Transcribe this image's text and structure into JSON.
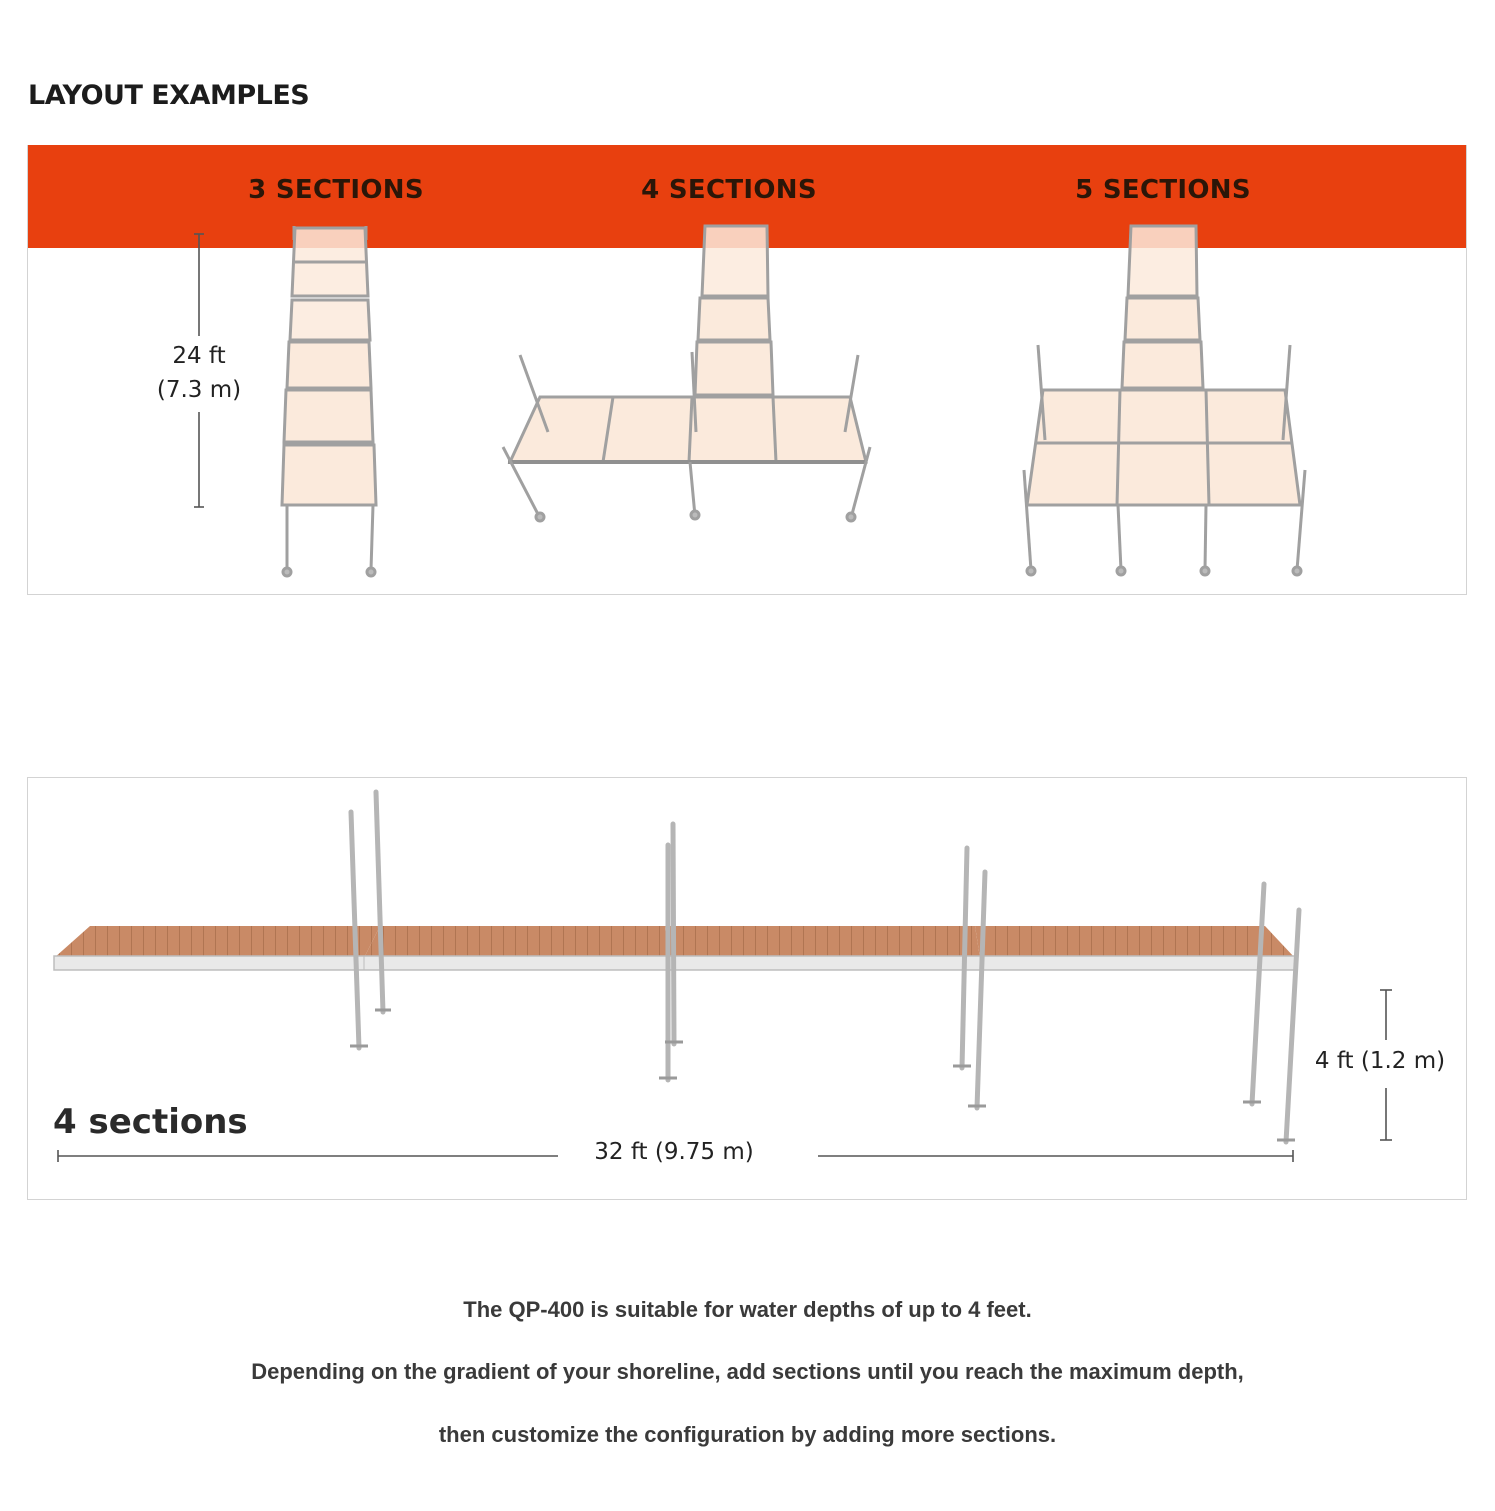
{
  "page_title": "LAYOUT EXAMPLES",
  "colors": {
    "banner": "#e8400f",
    "deck_light": "#fbeadc",
    "deck_wood": "#c98a66",
    "frame": "#a9a9a9",
    "panel_border": "#d3d3d3"
  },
  "layouts": [
    {
      "label": "3 SECTIONS"
    },
    {
      "label": "4 SECTIONS"
    },
    {
      "label": "5 SECTIONS"
    }
  ],
  "top_dimension": {
    "line1": "24 ft",
    "line2": "(7.3 m)"
  },
  "side_view": {
    "label": "4 sections",
    "length_dimension": "32 ft (9.75 m)",
    "depth_dimension": "4 ft (1.2 m)"
  },
  "captions": [
    "The QP-400 is suitable for water depths of up to 4 feet.",
    "Depending on the gradient of your shoreline, add sections until you reach the maximum depth,",
    "then customize the configuration by adding more sections."
  ]
}
